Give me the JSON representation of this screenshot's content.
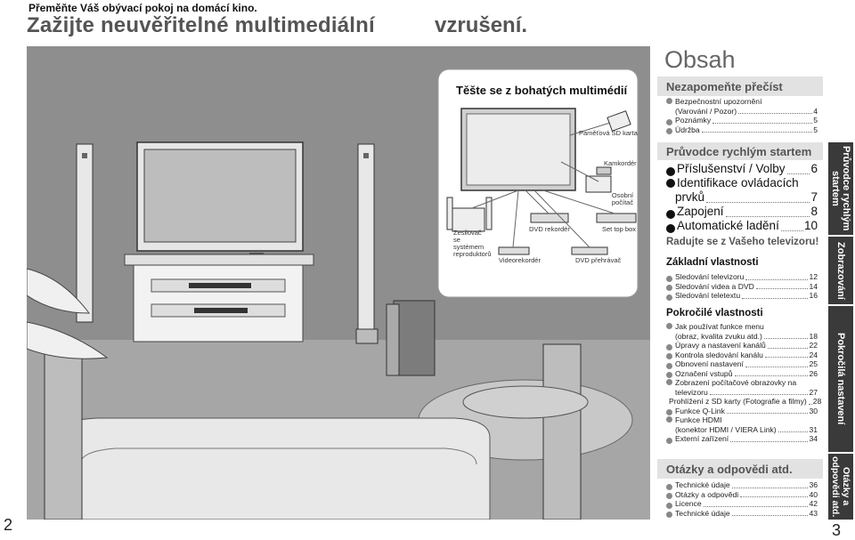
{
  "header": {
    "small": "Přeměňte Váš obývací pokoj na domácí kino.",
    "big_part1": "Zažijte neuvěřitelné multimediální",
    "big_part2": "vzrušení."
  },
  "diagram": {
    "title": "Těšte se z bohatých multimédií",
    "labels": {
      "sd": "Paměťová SD karta",
      "camcorder": "Kamkordér",
      "pc": "Osobní počítač",
      "settop": "Set top box",
      "dvdrec": "DVD rekordér",
      "dvdplayer": "DVD přehrávač",
      "vcr": "Videorekordér",
      "amp": "Zesilovač se systémem reproduktorů"
    }
  },
  "contents": {
    "title": "Obsah",
    "sec1": {
      "title": "Nezapomeňte přečíst",
      "items": [
        {
          "t": "Bezpečnostní upozornění",
          "sub": "(Varování / Pozor)",
          "p": "4"
        },
        {
          "t": "Poznámky",
          "p": "5"
        },
        {
          "t": "Údržba",
          "p": "5"
        }
      ]
    },
    "sec2": {
      "title": "Průvodce rychlým startem",
      "items": [
        {
          "t": "Příslušenství / Volby",
          "p": "6"
        },
        {
          "t": "Identifikace ovládacích",
          "sub": "prvků",
          "p": "7"
        },
        {
          "t": "Zapojení",
          "p": "8"
        },
        {
          "t": "Automatické ladění",
          "p": "10"
        }
      ]
    },
    "enjoy": "Radujte se z Vašeho televizoru!",
    "sec3": {
      "title": "Základní vlastnosti",
      "items": [
        {
          "t": "Sledování televizoru",
          "p": "12"
        },
        {
          "t": "Sledování videa a DVD",
          "p": "14"
        },
        {
          "t": "Sledování teletextu",
          "p": "16"
        }
      ]
    },
    "sec4": {
      "title": "Pokročilé vlastnosti",
      "items": [
        {
          "t": "Jak používat funkce menu",
          "sub": "(obraz, kvalita zvuku atd.)",
          "p": "18"
        },
        {
          "t": "Úpravy a nastavení kanálů",
          "p": "22"
        },
        {
          "t": "Kontrola sledování kanálu",
          "p": "24"
        },
        {
          "t": "Obnovení nastavení",
          "p": "25"
        },
        {
          "t": "Označení vstupů",
          "p": "26"
        },
        {
          "t": "Zobrazení počítačové obrazovky na",
          "sub": "televizoru",
          "p": "27"
        },
        {
          "t": "Prohlížení z SD karty (Fotografie a filmy)",
          "p": "28"
        },
        {
          "t": "Funkce Q-Link",
          "p": "30"
        },
        {
          "t": "Funkce HDMI",
          "sub": "(konektor HDMI / VIERA Link)",
          "p": "31"
        },
        {
          "t": "Externí zařízení",
          "p": "34"
        }
      ]
    },
    "sec5": {
      "title": "Otázky a odpovědi atd.",
      "items": [
        {
          "t": "Technické údaje",
          "p": "36"
        },
        {
          "t": "Otázky a odpovědi",
          "p": "40"
        },
        {
          "t": "Licence",
          "p": "42"
        },
        {
          "t": "Technické údaje",
          "p": "43"
        }
      ]
    }
  },
  "tabs": [
    "Průvodce rychlým startem",
    "Zobrazování",
    "Pokročilá nastavení",
    "Otázky a odpovědi atd."
  ],
  "pages": {
    "left": "2",
    "right": "3"
  }
}
